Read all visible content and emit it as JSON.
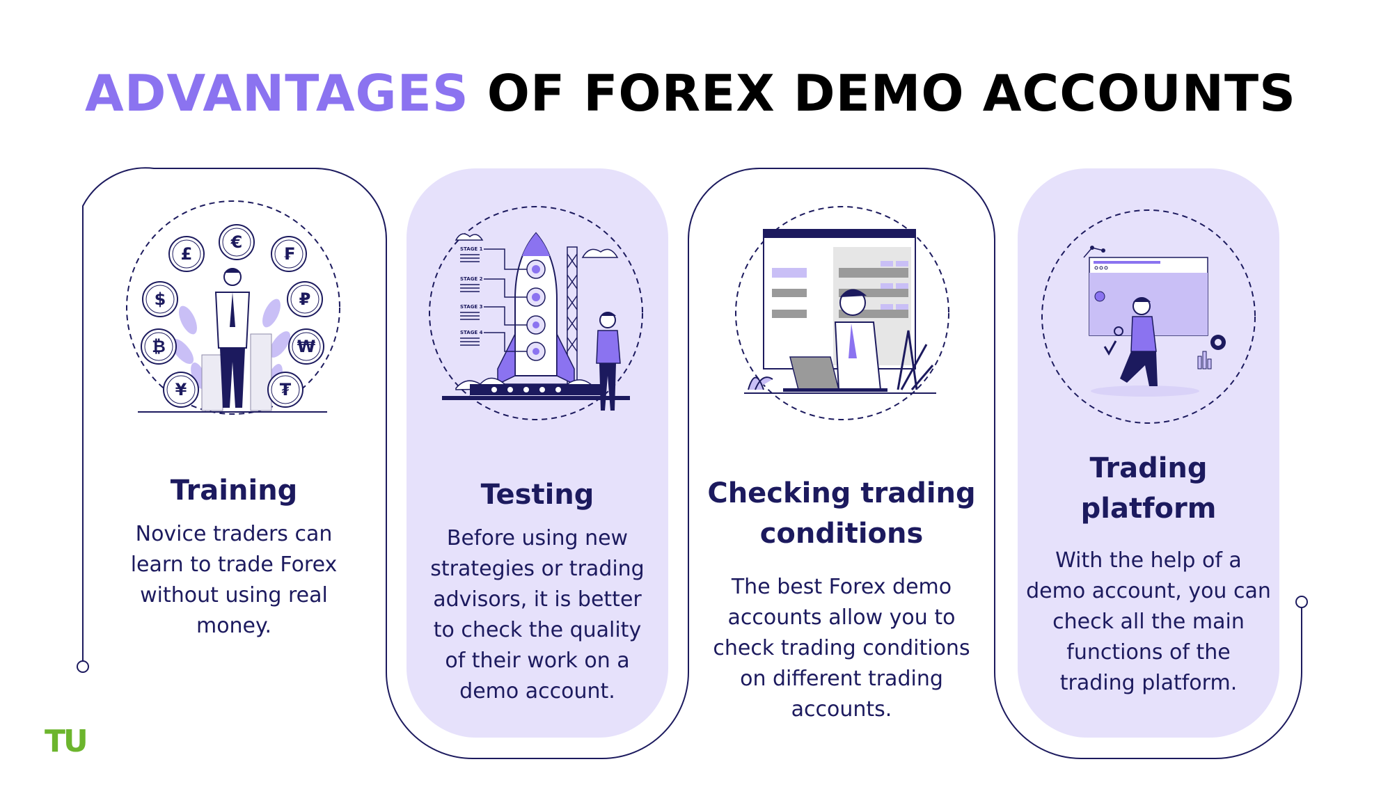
{
  "header": {
    "title_accent": "ADVANTAGES",
    "title_rest": "OF FOREX DEMO ACCOUNTS"
  },
  "cards": [
    {
      "title": "Training",
      "body": "Novice traders can learn to trade Forex without using real money."
    },
    {
      "title": "Testing",
      "body": "Before using new strategies or trading advisors, it is better to check the quality of their work on a demo account."
    },
    {
      "title": "Checking trading conditions",
      "body": "The best Forex demo accounts allow you to check trading conditions on different trading accounts."
    },
    {
      "title": "Trading platform",
      "body": "With the help of a demo account, you can check all the main functions of the trading platform."
    }
  ],
  "illustrations": {
    "currency_symbols": [
      "£",
      "€",
      "₣",
      "$",
      "₽",
      "₿",
      "₩",
      "¥",
      "₮"
    ],
    "rocket_stages": [
      "STAGE 1",
      "STAGE 2",
      "STAGE 3",
      "STAGE 4"
    ]
  },
  "logo": {
    "text": "TU"
  },
  "colors": {
    "accent": "#8b73f0",
    "navy": "#1c1a5e",
    "lavender": "#e6e1fb",
    "logo_green": "#6cb52d"
  }
}
